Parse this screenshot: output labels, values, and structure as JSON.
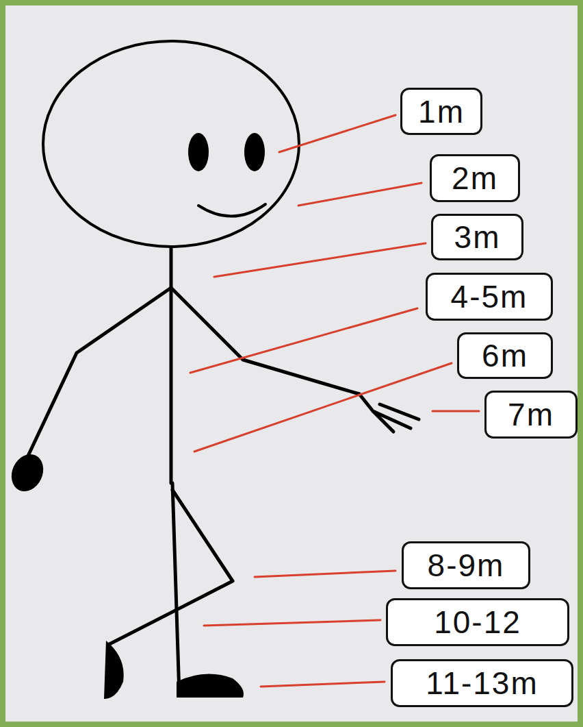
{
  "diagram": {
    "nodes": [
      {
        "text": [
          "1m"
        ]
      },
      {
        "text": [
          "2m"
        ]
      },
      {
        "text": [
          "3m"
        ]
      },
      {
        "text": [
          "4-5m"
        ]
      },
      {
        "text": [
          "6m"
        ]
      },
      {
        "text": [
          "7m"
        ]
      },
      {
        "text": [
          "8-9m"
        ]
      },
      {
        "text": [
          "10-12"
        ]
      },
      {
        "text": [
          "11-13m"
        ]
      }
    ]
  }
}
